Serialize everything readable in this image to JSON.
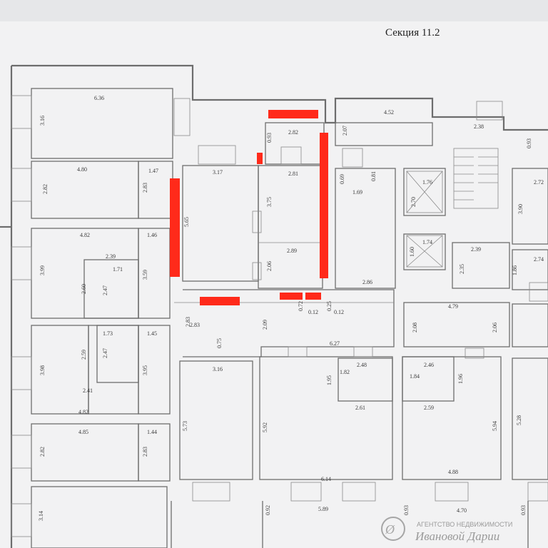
{
  "title": "Секция 11.2",
  "colors": {
    "background": "#e6e7e9",
    "paper": "#f2f2f3",
    "wall": "#6d6d6d",
    "highlight": "#ff2a1a"
  },
  "dimensions": [
    "6.36",
    "3.16",
    "4.80",
    "1.47",
    "2.82",
    "2.83",
    "4.82",
    "1.46",
    "3.99",
    "2.39",
    "1.71",
    "2.47",
    "2.60",
    "3.59",
    "1.73",
    "1.45",
    "2.47",
    "2.59",
    "3.95",
    "3.98",
    "2.41",
    "4.82",
    "2.83",
    "4.85",
    "1.44",
    "2.82",
    "2.83",
    "3.14",
    "3.17",
    "5.65",
    "0.93",
    "2.82",
    "2.81",
    "3.75",
    "2.89",
    "2.06",
    "0.72",
    "0.12",
    "0.25",
    "0.12",
    "2.09",
    "0.75",
    "2.83",
    "3.16",
    "5.73",
    "6.14",
    "5.92",
    "1.95",
    "1.82",
    "2.48",
    "2.61",
    "1.84",
    "2.46",
    "2.59",
    "5.94",
    "4.88",
    "4.52",
    "2.07",
    "0.69",
    "0.81",
    "1.69",
    "2.70",
    "1.76",
    "1.60",
    "1.74",
    "2.38",
    "2.39",
    "2.35",
    "2.86",
    "4.79",
    "2.08",
    "2.06",
    "6.27",
    "1.96",
    "1.86",
    "5.89",
    "4.70",
    "0.92",
    "0.93",
    "0.93",
    "0.93",
    "2.72",
    "3.90",
    "2.74",
    "5.28"
  ],
  "watermark": {
    "line1": "АГЕНТСТВО НЕДВИЖИМОСТИ",
    "line2": "Ивановой Дарии"
  }
}
